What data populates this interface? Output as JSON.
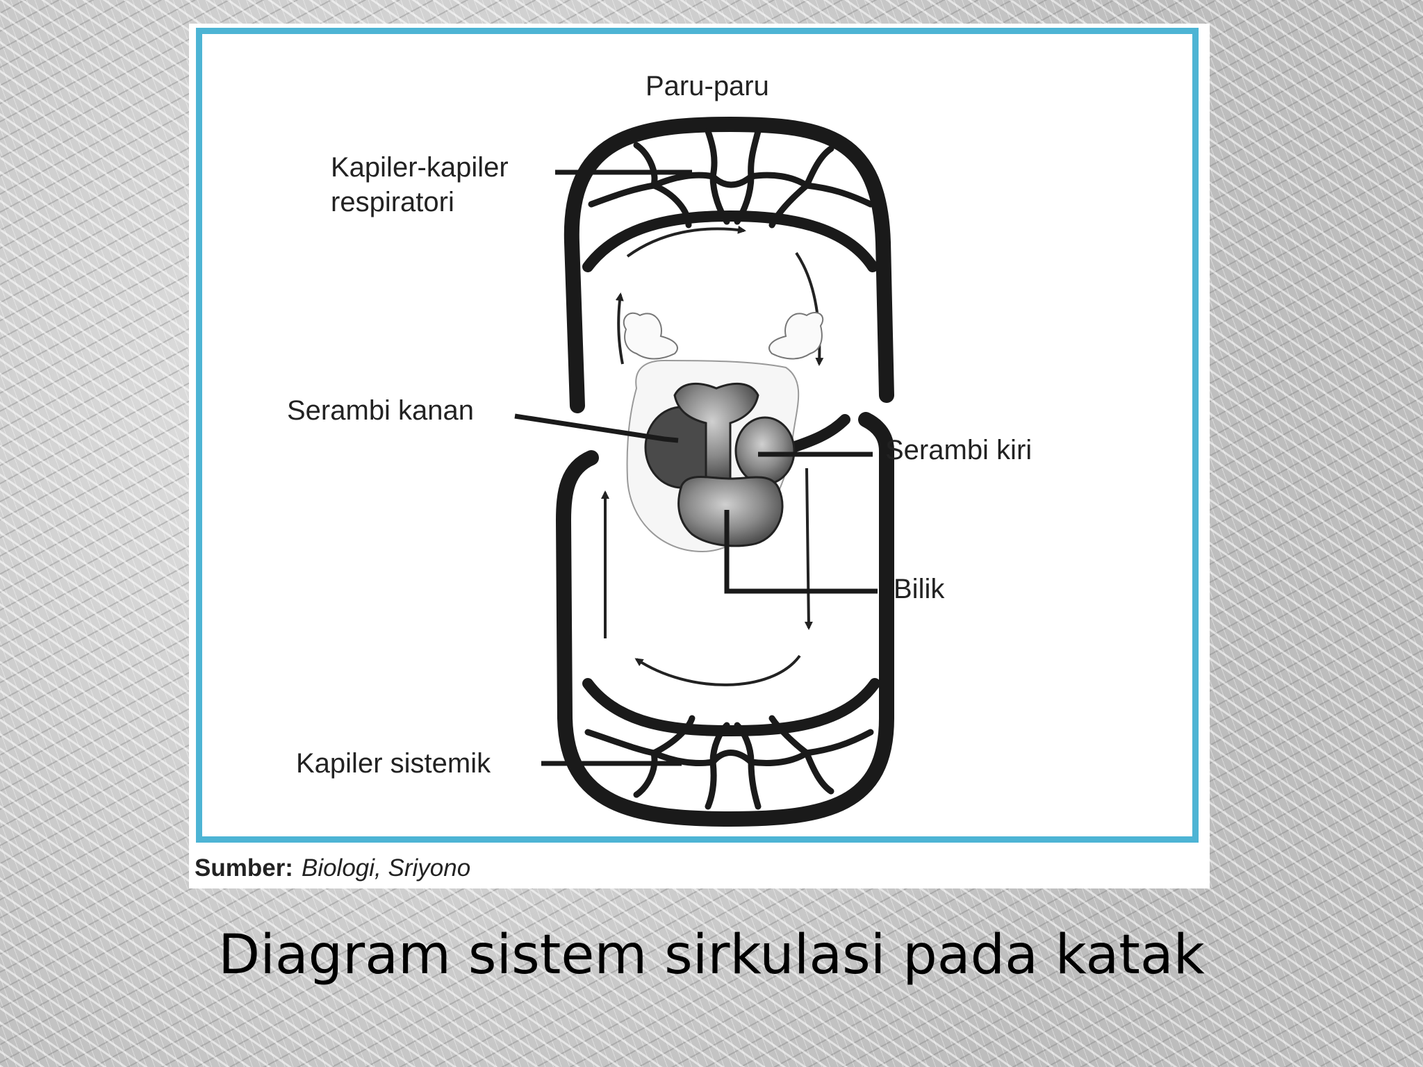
{
  "slide": {
    "title": "Diagram sistem sirkulasi pada katak"
  },
  "figure": {
    "labels": {
      "lungs": "Paru-paru",
      "respiratory_capillaries_line1": "Kapiler-kapiler",
      "respiratory_capillaries_line2": "respiratori",
      "right_atrium": "Serambi kanan",
      "left_atrium": "Serambi kiri",
      "ventricle": "Bilik",
      "systemic_capillaries": "Kapiler sistemik"
    },
    "source_label": "Sumber:",
    "source_text": "Biologi, Sriyono",
    "frame_color": "#4db4d4"
  }
}
